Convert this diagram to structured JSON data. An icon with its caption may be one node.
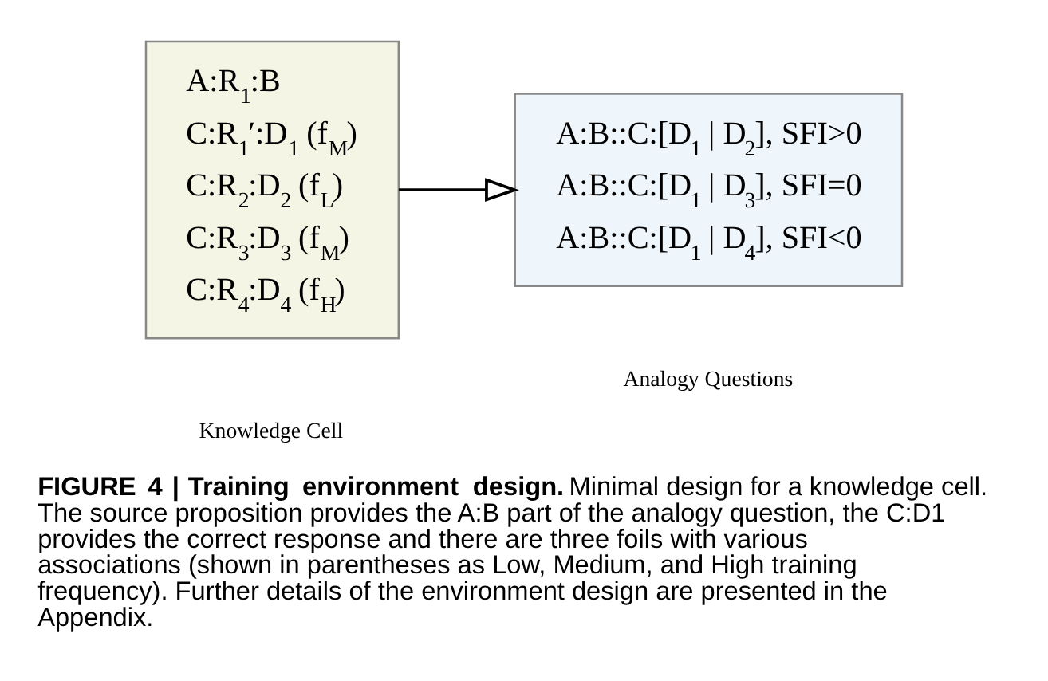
{
  "diagram": {
    "caption": "**FIGURE 4 | Training environment design.** Minimal design for a knowledge cell. The source proposition provides the A:B part of the analogy question, the C:D1 provides the correct response and there are three foils with various associations (shown in parentheses as Low, Medium, and High training frequency). Further details of the environment design are presented in the Appendix.",
    "nodes": [
      {
        "text": [
          "A:R$_{1}$:B",
          "C:R$_{1}$′:D$_{1}$ (f$_{M}$)",
          "C:R$_{2}$:D$_{2}$ (f$_{L}$)",
          "C:R$_{3}$:D$_{3}$ (f$_{M}$)",
          "C:R$_{4}$:D$_{4}$ (f$_{H}$)"
        ],
        "beside": [
          "Knowledge Cell"
        ]
      },
      {
        "text": [
          "A:B::C:[D$_{1}$ | D$_{2}$], SFI>0",
          "A:B::C:[D$_{1}$ | D$_{3}$], SFI=0",
          "A:B::C:[D$_{1}$ | D$_{4}$], SFI<0"
        ],
        "beside": [
          "Analogy Questions"
        ]
      }
    ],
    "edges": [
      {
        "from": 0,
        "to": 1,
        "arrow": "to"
      }
    ]
  }
}
